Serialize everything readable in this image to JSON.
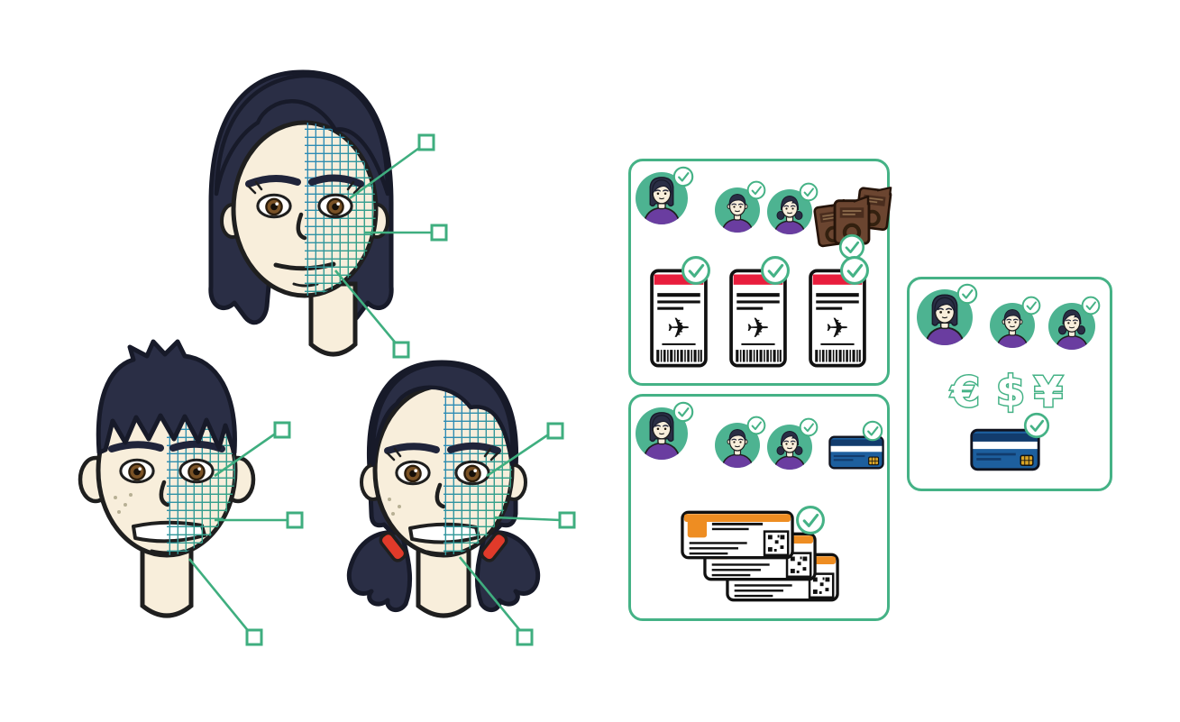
{
  "colors": {
    "accent_green": "#3fae7f",
    "panel_border_green": "#45b286",
    "avatar_circle_green": "#4db391",
    "mesh_blue": "#2e8bb4",
    "mesh_green": "#3aa97c",
    "hair_navy": "#2a2e45",
    "skin": "#f8eedb",
    "shirt_purple": "#6a3da0",
    "ticket_red": "#e81d3c",
    "idcard_orange": "#ee8d22",
    "passport_brown": "#6b4530",
    "passport_band_brown": "#4a2d1e",
    "creditcard_blue": "#1d5f9e",
    "creditcard_navy": "#123c6d",
    "chip_gold": "#d9a427",
    "hairtie_red": "#e03a2a",
    "outline_black": "#1f1f1f",
    "check_badge_fill": "#ffffff"
  },
  "faces": [
    {
      "id": "adult-woman",
      "mesh_side": "right",
      "callout_markers": 3
    },
    {
      "id": "adult-man",
      "mesh_side": "right",
      "callout_markers": 3
    },
    {
      "id": "girl-pigtails",
      "mesh_side": "right",
      "callout_markers": 3
    }
  ],
  "panels": [
    {
      "id": "passports-and-boarding-passes",
      "avatars": [
        {
          "person": "adult-woman",
          "checked": true
        },
        {
          "person": "adult-man",
          "checked": true
        },
        {
          "person": "girl-pigtails",
          "checked": true
        }
      ],
      "passports": {
        "count": 3,
        "checked": true
      },
      "boarding_passes": {
        "count": 3,
        "each_checked": true
      }
    },
    {
      "id": "id-cards",
      "avatars": [
        {
          "person": "adult-woman",
          "checked": true
        },
        {
          "person": "adult-man",
          "checked": true
        },
        {
          "person": "girl-pigtails",
          "checked": true
        }
      ],
      "bank_card": {
        "checked": true
      },
      "id_cards": {
        "count": 3,
        "checked": true
      }
    },
    {
      "id": "payment",
      "avatars": [
        {
          "person": "adult-woman",
          "checked": true
        },
        {
          "person": "adult-man",
          "checked": true
        },
        {
          "person": "girl-pigtails",
          "checked": true
        }
      ],
      "currencies": [
        {
          "name": "euro",
          "symbol": "€"
        },
        {
          "name": "dollar",
          "symbol": "$"
        },
        {
          "name": "yen",
          "symbol": "¥"
        }
      ],
      "bank_card": {
        "checked": true
      }
    }
  ]
}
